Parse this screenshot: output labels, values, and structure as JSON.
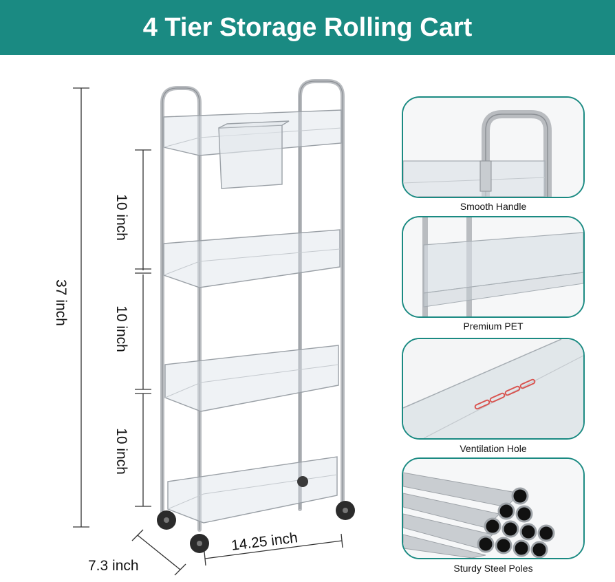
{
  "header": {
    "title": "4 Tier Storage Rolling Cart"
  },
  "dimensions": {
    "height": "37 inch",
    "tier_gap_1": "10 inch",
    "tier_gap_2": "10 inch",
    "tier_gap_3": "10 inch",
    "width": "14.25 inch",
    "depth": "7.3 inch"
  },
  "features": [
    {
      "caption": "Smooth Handle"
    },
    {
      "caption": "Premium PET"
    },
    {
      "caption": "Ventilation Hole"
    },
    {
      "caption": "Sturdy Steel Poles"
    }
  ],
  "colors": {
    "banner": "#1a8a82",
    "panel_border": "#1a8a82",
    "vent_accent": "#d9534f"
  }
}
